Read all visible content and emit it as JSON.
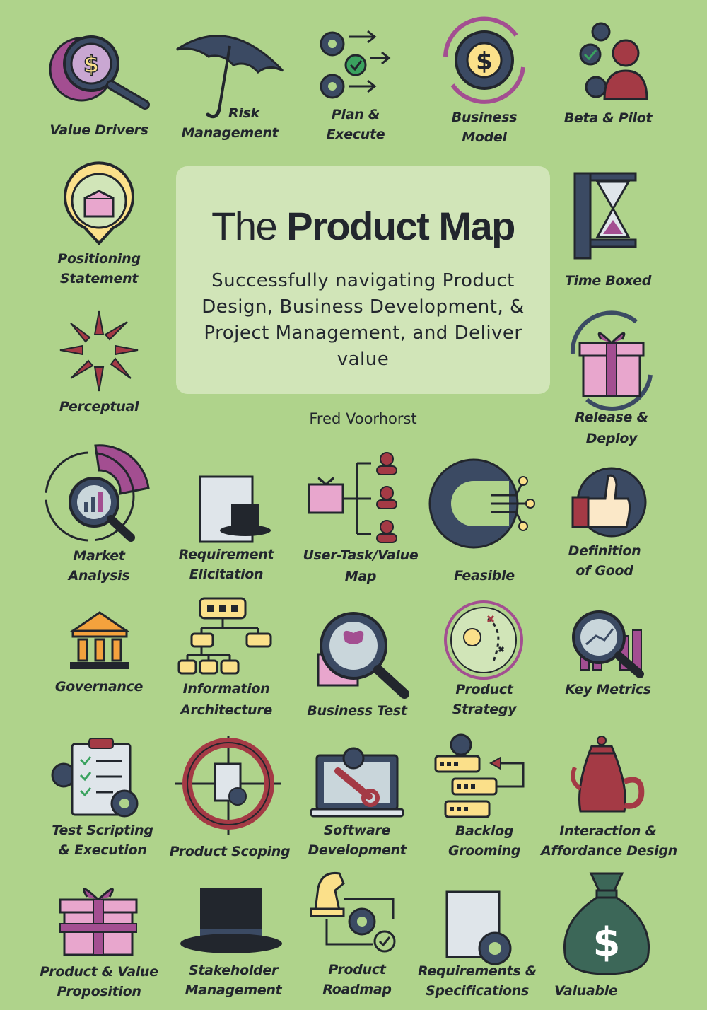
{
  "cover": {
    "title_light": "The",
    "title_bold": "Product Map",
    "subtitle": "Successfully navigating  Product Design,  Business Development, & Project Management, and Deliver value",
    "author": "Fred Voorhorst"
  },
  "tiles": {
    "value_drivers": [
      "Value Drivers"
    ],
    "risk_management": [
      "Risk",
      "Management"
    ],
    "plan_execute": [
      "Plan &",
      "Execute"
    ],
    "business_model": [
      "Business",
      "Model"
    ],
    "beta_pilot": [
      "Beta & Pilot"
    ],
    "positioning_statement": [
      "Positioning",
      "Statement"
    ],
    "time_boxed": [
      "Time Boxed"
    ],
    "perceptual": [
      "Perceptual"
    ],
    "release_deploy": [
      "Release &",
      "Deploy"
    ],
    "market_analysis": [
      "Market",
      "Analysis"
    ],
    "requirement_elicitation": [
      "Requirement",
      "Elicitation"
    ],
    "user_task_value_map": [
      "User-Task/Value",
      "Map"
    ],
    "feasible": [
      "Feasible"
    ],
    "definition_of_good": [
      "Definition",
      "of Good"
    ],
    "governance": [
      "Governance"
    ],
    "information_architecture": [
      "Information",
      "Architecture"
    ],
    "business_test": [
      "Business Test"
    ],
    "product_strategy": [
      "Product",
      "Strategy"
    ],
    "key_metrics": [
      "Key Metrics"
    ],
    "test_scripting": [
      "Test Scripting",
      "& Execution"
    ],
    "product_scoping": [
      "Product Scoping"
    ],
    "software_development": [
      "Software",
      "Development"
    ],
    "backlog_grooming": [
      "Backlog",
      "Grooming"
    ],
    "interaction_design": [
      "Interaction &",
      "Affordance Design"
    ],
    "product_value_proposition": [
      "Product & Value",
      "Proposition"
    ],
    "stakeholder_management": [
      "Stakeholder",
      "Management"
    ],
    "product_roadmap": [
      "Product",
      "Roadmap"
    ],
    "requirements_specifications": [
      "Requirements &",
      "Specifications"
    ],
    "valuable": [
      "Valuable"
    ]
  },
  "icons": {
    "business_model_symbol": "$",
    "valuable_symbol": "$"
  },
  "colors": {
    "background": "#afd38b",
    "panel": "#d1e5b8",
    "ink": "#22262d",
    "slate": "#3b4a63",
    "magenta": "#a34e91",
    "red": "#a43a45",
    "yellow": "#fbe08a",
    "green": "#3aa25f",
    "paper": "#dfe5ea",
    "pink": "#e8a6cd"
  }
}
